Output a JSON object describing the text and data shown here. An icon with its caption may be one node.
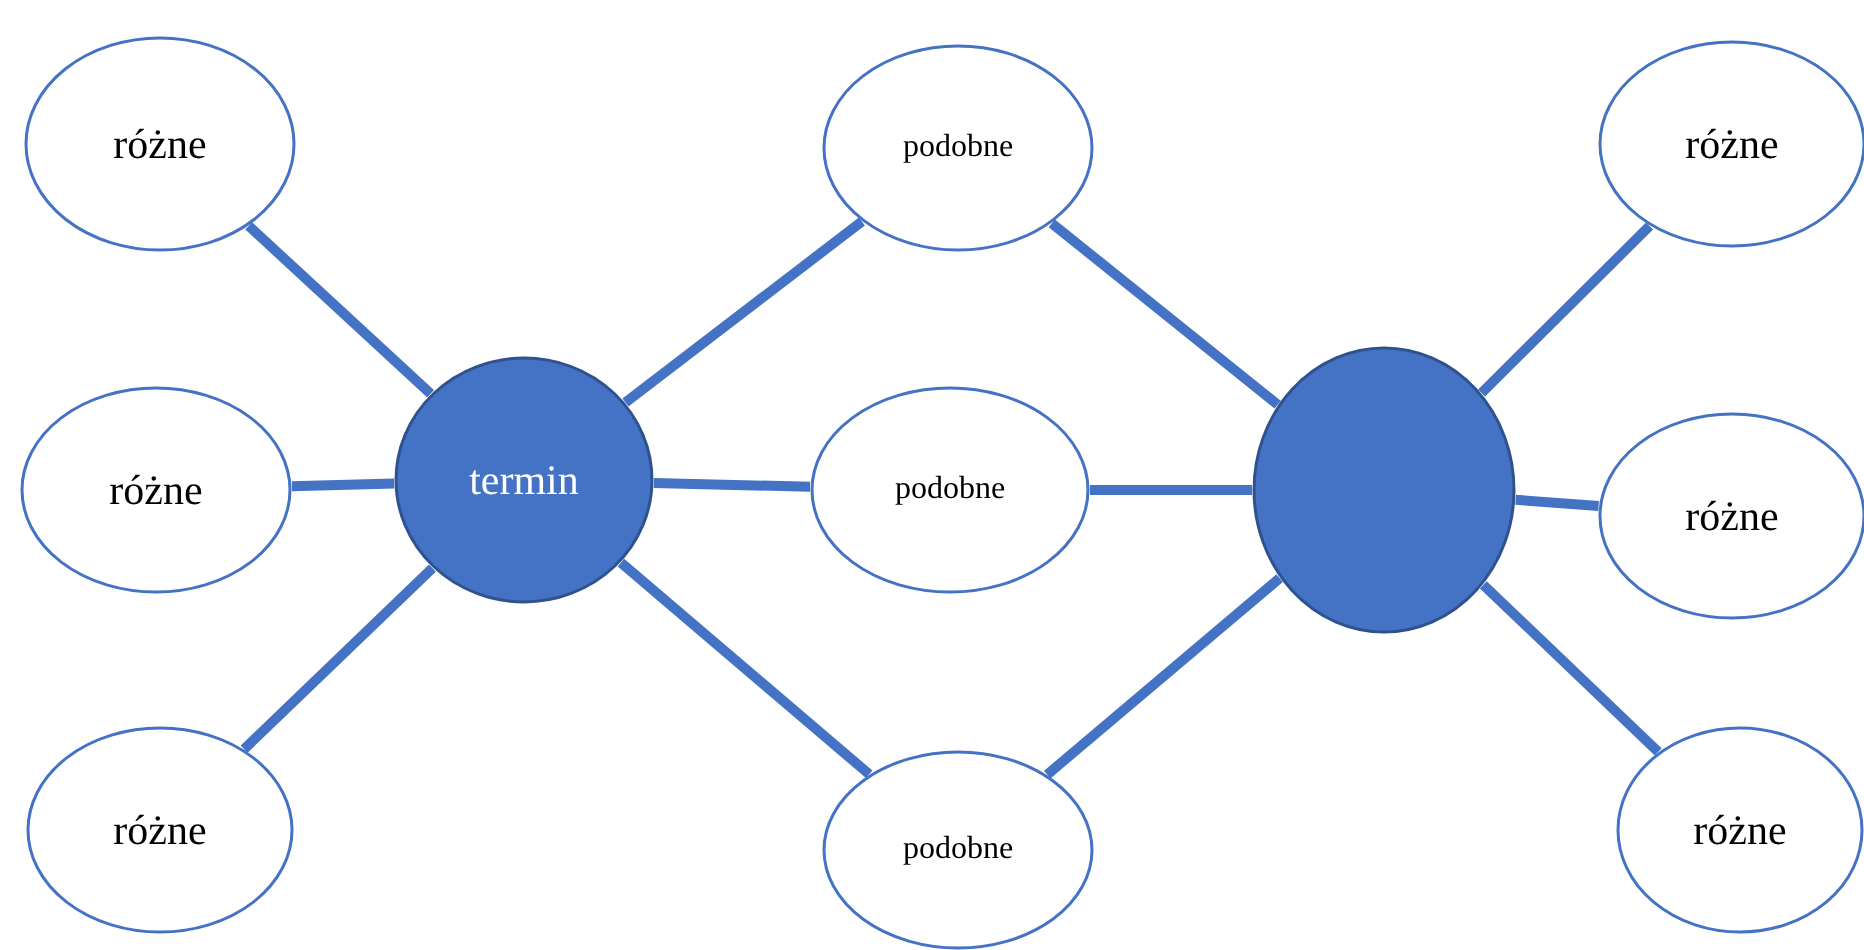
{
  "diagram": {
    "nodes": [
      {
        "text": [
          "różne"
        ]
      },
      {
        "text": [
          "podobne"
        ]
      },
      {
        "text": [
          "różne"
        ]
      },
      {
        "text": [
          "różne"
        ]
      },
      {
        "text": [
          "termin"
        ]
      },
      {
        "text": [
          "podobne"
        ]
      },
      {
        "text": [],
        "shape": "circle"
      },
      {
        "text": [
          "różne"
        ]
      },
      {
        "text": [
          "różne"
        ]
      },
      {
        "text": [
          "podobne"
        ]
      },
      {
        "text": [
          "różne"
        ]
      }
    ],
    "edges": [
      {
        "from": 4,
        "to": 0,
        "arrow": "none"
      },
      {
        "from": 4,
        "to": 3,
        "arrow": "none"
      },
      {
        "from": 4,
        "to": 8,
        "arrow": "none"
      },
      {
        "from": 4,
        "to": 1,
        "arrow": "none"
      },
      {
        "from": 4,
        "to": 5,
        "arrow": "none"
      },
      {
        "from": 4,
        "to": 9,
        "arrow": "none"
      },
      {
        "from": 6,
        "to": 1,
        "arrow": "none"
      },
      {
        "from": 6,
        "to": 5,
        "arrow": "none"
      },
      {
        "from": 6,
        "to": 9,
        "arrow": "none"
      },
      {
        "from": 6,
        "to": 2,
        "arrow": "none"
      },
      {
        "from": 6,
        "to": 7,
        "arrow": "none"
      },
      {
        "from": 6,
        "to": 10,
        "arrow": "none"
      }
    ]
  }
}
